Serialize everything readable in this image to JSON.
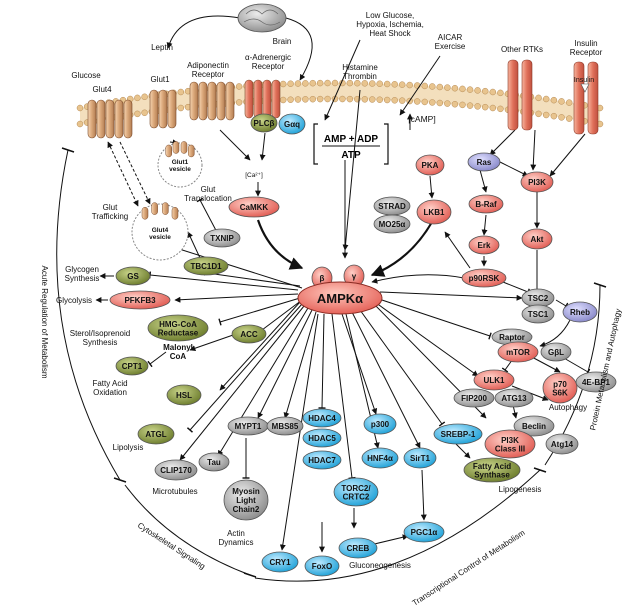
{
  "colors": {
    "red": "#e8716b",
    "green": "#7d8f3a",
    "blue": "#2fb3e3",
    "gray": "#9a9a9a",
    "purple": "#9a9ad0",
    "membrane": "#e5c79a",
    "receptor": "#e08060"
  },
  "labels": {
    "brain": "Brain",
    "leptin": "Leptin",
    "stimuli": [
      "Low Glucose,",
      "Hypoxia, Ischemia,",
      "Heat Shock"
    ],
    "aicar": [
      "AICAR",
      "Exercise"
    ],
    "histamine": [
      "Histamine",
      "Thrombin"
    ],
    "glucose": "Glucose",
    "glut4_top": "Glut4",
    "glut1_top": "Glut1",
    "adiponectin": [
      "Adiponectin",
      "Receptor"
    ],
    "alpha_adrenergic": [
      "α-Adrenergic",
      "Receptor"
    ],
    "other_rtks": "Other RTKs",
    "insulin_receptor": [
      "Insulin",
      "Receptor"
    ],
    "insulin": "Insulin",
    "glut1_vesicle": [
      "Glut1",
      "vesicle"
    ],
    "glut4_vesicle": [
      "Glut4",
      "vesicle"
    ],
    "glut_translocation": [
      "Glut",
      "Translocation"
    ],
    "glut_trafficking": [
      "Glut",
      "Trafficking"
    ],
    "ca2": "[Ca²⁺]",
    "amp_adp": "AMP + ADP",
    "atp": "ATP",
    "camp": "[cAMP]",
    "glycogen_synthesis": [
      "Glycogen",
      "Synthesis"
    ],
    "glycolysis": "Glycolysis",
    "sterol": [
      "Sterol/Isoprenoid",
      "Synthesis"
    ],
    "malonyl": [
      "Malonyl",
      "CoA"
    ],
    "fa_oxidation": [
      "Fatty Acid",
      "Oxidation"
    ],
    "lipolysis": "Lipolysis",
    "microtubules": "Microtubules",
    "actin_dynamics": [
      "Actin",
      "Dynamics"
    ],
    "gluconeogenesis": "Gluconeogenesis",
    "lipogenesis": "Lipogenesis",
    "autophagy": "Autophagy",
    "arc_left": "Acute Regulation of Metabolism",
    "arc_bottom_left": "Cytoskeletal Signaling",
    "arc_bottom": "Transcriptional Control of Metabolism",
    "arc_right": "Protein Metabolism and Autophagy"
  },
  "nodes": {
    "plcb": "PLCβ",
    "gaq": "Gαq",
    "camkk": "CaMKK",
    "txnip": "TXNIP",
    "tbc1d1": "TBC1D1",
    "gs": "GS",
    "pfkfb3": "PFKFB3",
    "hmgcoa": [
      "HMG-CoA",
      "Reductase"
    ],
    "acc": "ACC",
    "cpt1": "CPT1",
    "hsl": "HSL",
    "atgl": "ATGL",
    "clip170": "CLIP170",
    "tau": "Tau",
    "mypt1": "MYPT1",
    "mbs85": "MBS85",
    "myosin": [
      "Myosin",
      "Light",
      "Chain2"
    ],
    "hdac4": "HDAC4",
    "hdac5": "HDAC5",
    "hdac7": "HDAC7",
    "cry1": "CRY1",
    "foxo": "FoxO",
    "torc2": [
      "TORC2/",
      "CRTC2"
    ],
    "creb": "CREB",
    "p300": "p300",
    "hnf4a": "HNF4α",
    "sirt1": "SirT1",
    "pgc1a": "PGC1α",
    "srebp1": "SREBP-1",
    "fas": [
      "Fatty Acid",
      "Synthase"
    ],
    "pka": "PKA",
    "strad": "STRAD",
    "mo25": "MO25α",
    "lkb1": "LKB1",
    "ras": "Ras",
    "braf": "B-Raf",
    "erk": "Erk",
    "p90rsk": "p90RSK",
    "pi3k": "PI3K",
    "akt": "Akt",
    "tsc2": "TSC2",
    "tsc1": "TSC1",
    "rheb": "Rheb",
    "raptor": "Raptor",
    "mtor": "mTOR",
    "gbl": "GβL",
    "ulk1": "ULK1",
    "fip200": "FIP200",
    "atg13": "ATG13",
    "p70s6k": [
      "p70",
      "S6K"
    ],
    "ebp1": "4E-BP1",
    "beclin": "Beclin",
    "pi3k3": [
      "PI3K",
      "Class III"
    ],
    "atg14": "Atg14",
    "ampk_beta": "β",
    "ampk_gamma": "γ",
    "ampk": "AMPKα"
  }
}
